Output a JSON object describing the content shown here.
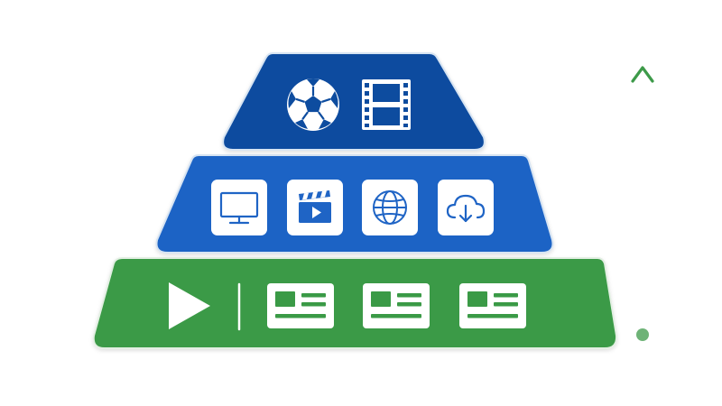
{
  "colors": {
    "background": "#ffffff",
    "top_tier": "#0d4c9f",
    "middle_tier": "#1f64c5",
    "bottom_tier": "#3a9a46",
    "icon_white": "#ffffff",
    "tile_icon_blue": "#1f64c5",
    "arrow_green": "#3d9a49",
    "tier_edge": "#d7e4f2"
  },
  "pyramid": {
    "top_tier": {
      "icons": [
        "soccer-ball-icon",
        "film-strip-icon"
      ]
    },
    "middle_tier": {
      "icons": [
        "monitor-icon",
        "clapperboard-icon",
        "globe-icon",
        "cloud-download-icon"
      ]
    },
    "bottom_tier": {
      "icons": [
        "play-icon",
        "divider",
        "article-card-icon",
        "article-card-icon",
        "article-card-icon"
      ]
    }
  },
  "arrow": {
    "direction": "up",
    "style": "gradient-fade-to-bottom"
  }
}
